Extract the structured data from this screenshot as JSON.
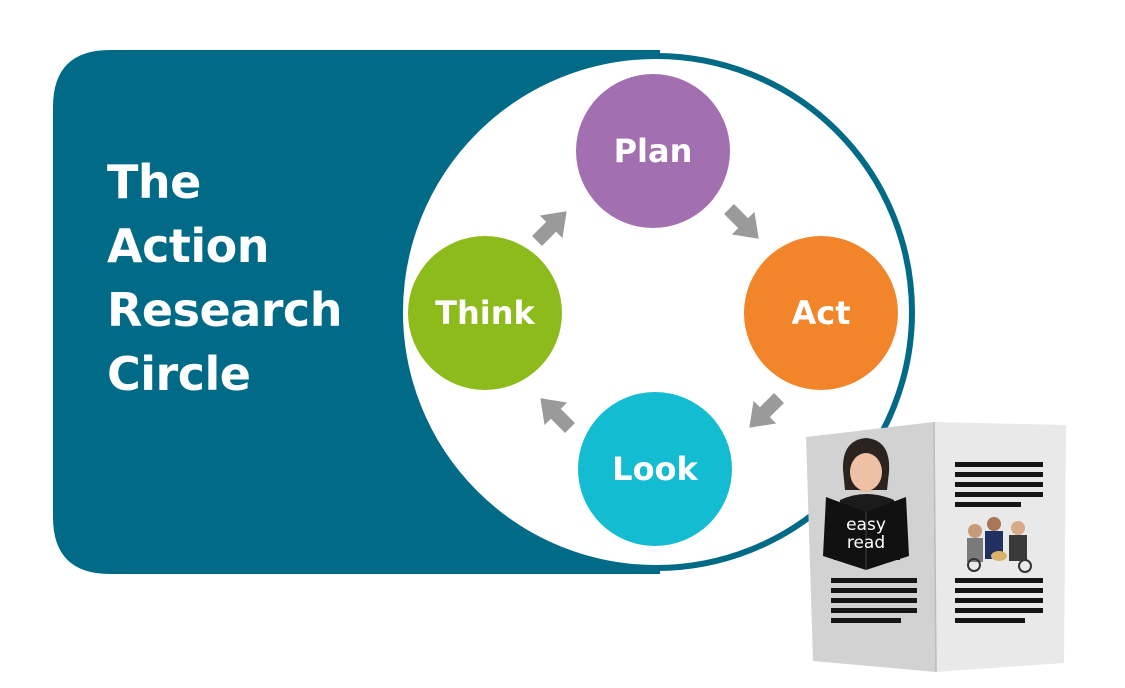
{
  "title_lines": [
    "The",
    "Action",
    "Research",
    "Circle"
  ],
  "cycle": [
    {
      "label": "Plan",
      "color": "#a26fb1"
    },
    {
      "label": "Act",
      "color": "#f2842a"
    },
    {
      "label": "Look",
      "color": "#13bcd1"
    },
    {
      "label": "Think",
      "color": "#8dbb1c"
    }
  ],
  "colors": {
    "panel": "#016a87",
    "arrow": "#9a9a9a",
    "circle_bg": "#ffffff",
    "circle_border": "#016a87"
  },
  "booklet": {
    "logo_line_1": "easy",
    "logo_line_2": "read"
  }
}
